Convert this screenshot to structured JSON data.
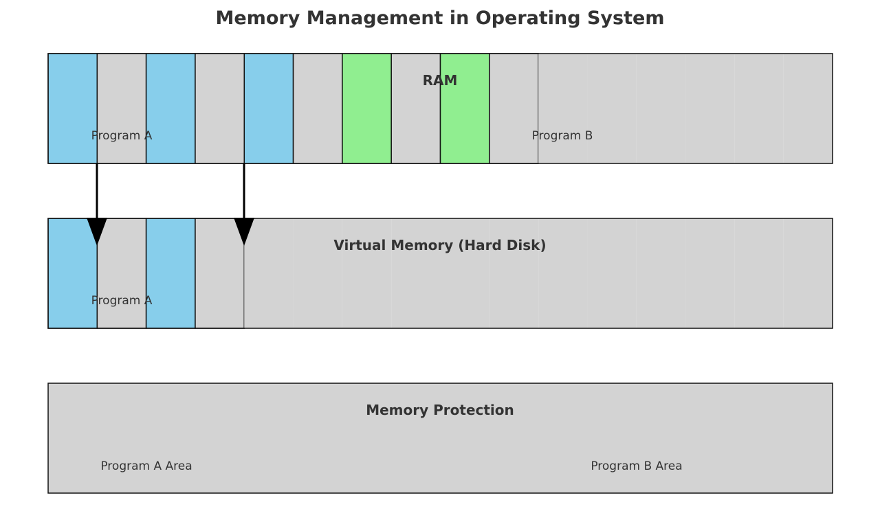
{
  "title": "Memory Management in Operating System",
  "colors": {
    "program_a": "#87CEEB",
    "program_b": "#90EE90",
    "free": "#D3D3D3",
    "text": "#333333"
  },
  "ram": {
    "title": "RAM",
    "blocks": [
      "program_a",
      "free",
      "program_a",
      "free",
      "program_a",
      "free",
      "program_b",
      "free",
      "program_b",
      "free",
      "free",
      "free",
      "free",
      "free",
      "free",
      "free"
    ],
    "labels": [
      "Program A",
      "Program B"
    ]
  },
  "virtual_memory": {
    "title": "Virtual Memory (Hard Disk)",
    "blocks": [
      "program_a",
      "free",
      "program_a",
      "free",
      "free",
      "free",
      "free",
      "free",
      "free",
      "free",
      "free",
      "free",
      "free",
      "free",
      "free",
      "free"
    ],
    "labels": [
      "Program A"
    ]
  },
  "protection": {
    "title": "Memory Protection",
    "labels": [
      "Program A Area",
      "Program B Area"
    ]
  }
}
